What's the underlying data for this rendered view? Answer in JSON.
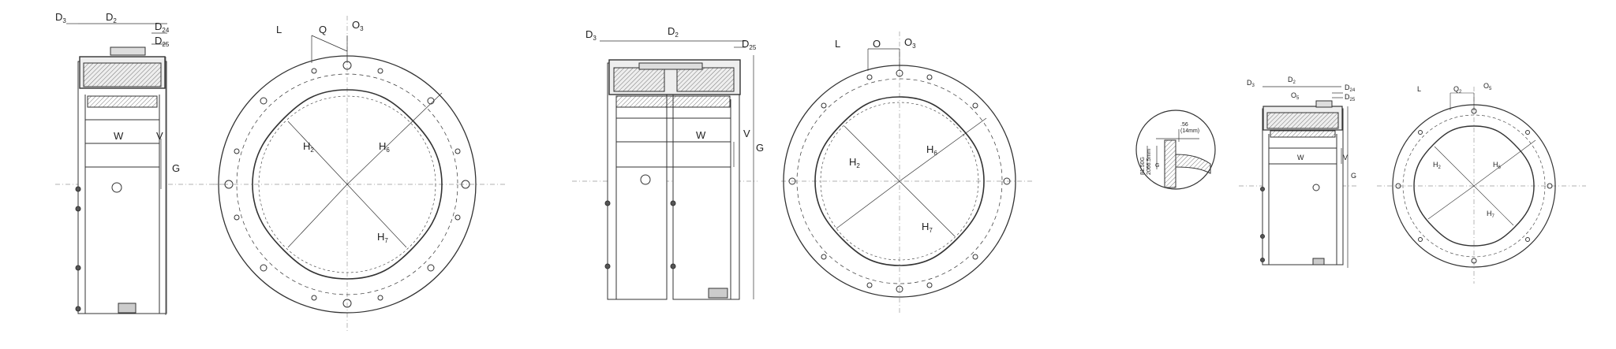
{
  "drawing_1": {
    "side": {
      "d3": {
        "base": "D",
        "sub": "3"
      },
      "d2": {
        "base": "D",
        "sub": "2"
      },
      "d24": {
        "base": "D",
        "sub": "24"
      },
      "d25": {
        "base": "D",
        "sub": "25"
      },
      "w": "W",
      "v": "V",
      "g": "G"
    },
    "front": {
      "l": "L",
      "q": "Q",
      "o3": {
        "base": "O",
        "sub": "3"
      },
      "h2": {
        "base": "H",
        "sub": "2"
      },
      "h6": {
        "base": "H",
        "sub": "6"
      },
      "h7": {
        "base": "H",
        "sub": "7"
      }
    }
  },
  "drawing_2": {
    "side": {
      "d3": {
        "base": "D",
        "sub": "3"
      },
      "d2": {
        "base": "D",
        "sub": "2"
      },
      "d25": {
        "base": "D",
        "sub": "25"
      },
      "w": "W",
      "v": "V",
      "g": "G"
    },
    "front": {
      "l": "L",
      "o": "O",
      "o3": {
        "base": "O",
        "sub": "3"
      },
      "h2": {
        "base": "H",
        "sub": "2"
      },
      "h6": {
        "base": "H",
        "sub": "6"
      },
      "h7": {
        "base": "H",
        "sub": "7"
      }
    }
  },
  "drawing_3": {
    "detail": {
      "dim_top": ".56",
      "dim_top_mm": "(14mm)",
      "dim_left_1": "81.50G",
      "dim_left_2": "2066.5mm",
      "g": "G"
    },
    "side": {
      "d3": {
        "base": "D",
        "sub": "3"
      },
      "d2": {
        "base": "D",
        "sub": "2"
      },
      "d24": {
        "base": "D",
        "sub": "24"
      },
      "d25": {
        "base": "D",
        "sub": "25"
      },
      "o5": {
        "base": "O",
        "sub": "5"
      },
      "w": "W",
      "v": "V",
      "g": "G"
    },
    "front": {
      "l": "L",
      "q": {
        "base": "Q",
        "sub": "2"
      },
      "o5": {
        "base": "O",
        "sub": "5"
      },
      "h2": {
        "base": "H",
        "sub": "2"
      },
      "h6": {
        "base": "H",
        "sub": "6"
      },
      "h7": {
        "base": "H",
        "sub": "7"
      }
    }
  }
}
